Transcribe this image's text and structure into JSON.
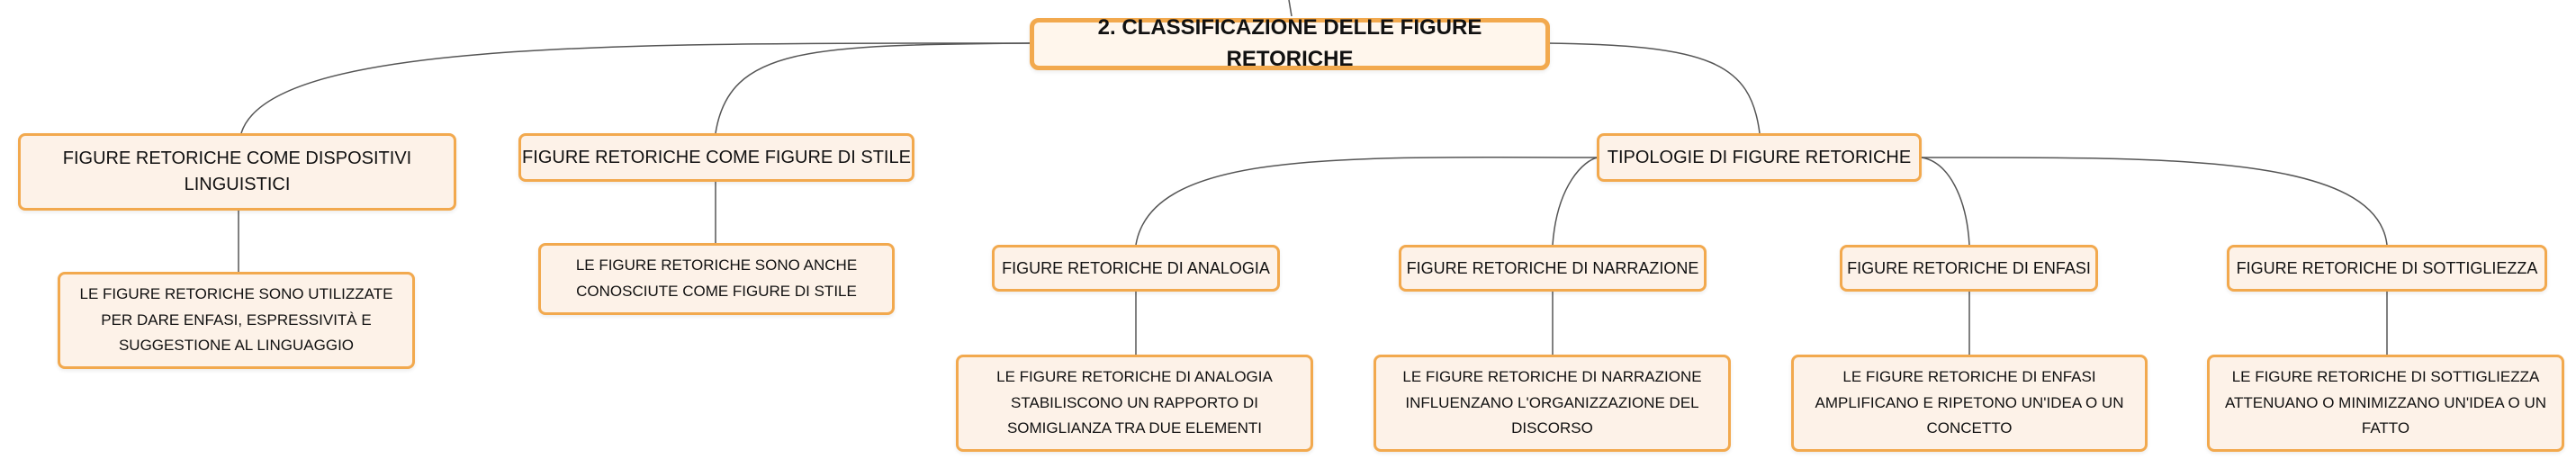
{
  "root": {
    "title": "2. CLASSIFICAZIONE DELLE FIGURE RETORICHE"
  },
  "dispositivi": {
    "title": "FIGURE RETORICHE COME DISPOSITIVI LINGUISTICI",
    "note": "LE FIGURE RETORICHE SONO UTILIZZATE PER DARE ENFASI, ESPRESSIVITÀ E SUGGESTIONE AL LINGUAGGIO"
  },
  "stile": {
    "title": "FIGURE RETORICHE COME FIGURE DI STILE",
    "note": "LE FIGURE RETORICHE SONO ANCHE CONOSCIUTE COME FIGURE DI STILE"
  },
  "tipologie": {
    "title": "TIPOLOGIE DI FIGURE RETORICHE",
    "items": [
      {
        "title": "FIGURE RETORICHE DI ANALOGIA",
        "note": "LE FIGURE RETORICHE DI ANALOGIA STABILISCONO UN RAPPORTO DI SOMIGLIANZA TRA DUE ELEMENTI"
      },
      {
        "title": "FIGURE RETORICHE DI NARRAZIONE",
        "note": "LE FIGURE RETORICHE DI NARRAZIONE INFLUENZANO L'ORGANIZZAZIONE DEL DISCORSO"
      },
      {
        "title": "FIGURE RETORICHE DI ENFASI",
        "note": "LE FIGURE RETORICHE DI ENFASI AMPLIFICANO E RIPETONO UN'IDEA O UN CONCETTO"
      },
      {
        "title": "FIGURE RETORICHE DI SOTTIGLIEZZA",
        "note": "LE FIGURE RETORICHE DI SOTTIGLIEZZA ATTENUANO O MINIMIZZANO UN'IDEA O UN FATTO"
      }
    ]
  },
  "colors": {
    "border": "#f2a94e",
    "fill": "#fdf2e8",
    "line": "#555555"
  }
}
